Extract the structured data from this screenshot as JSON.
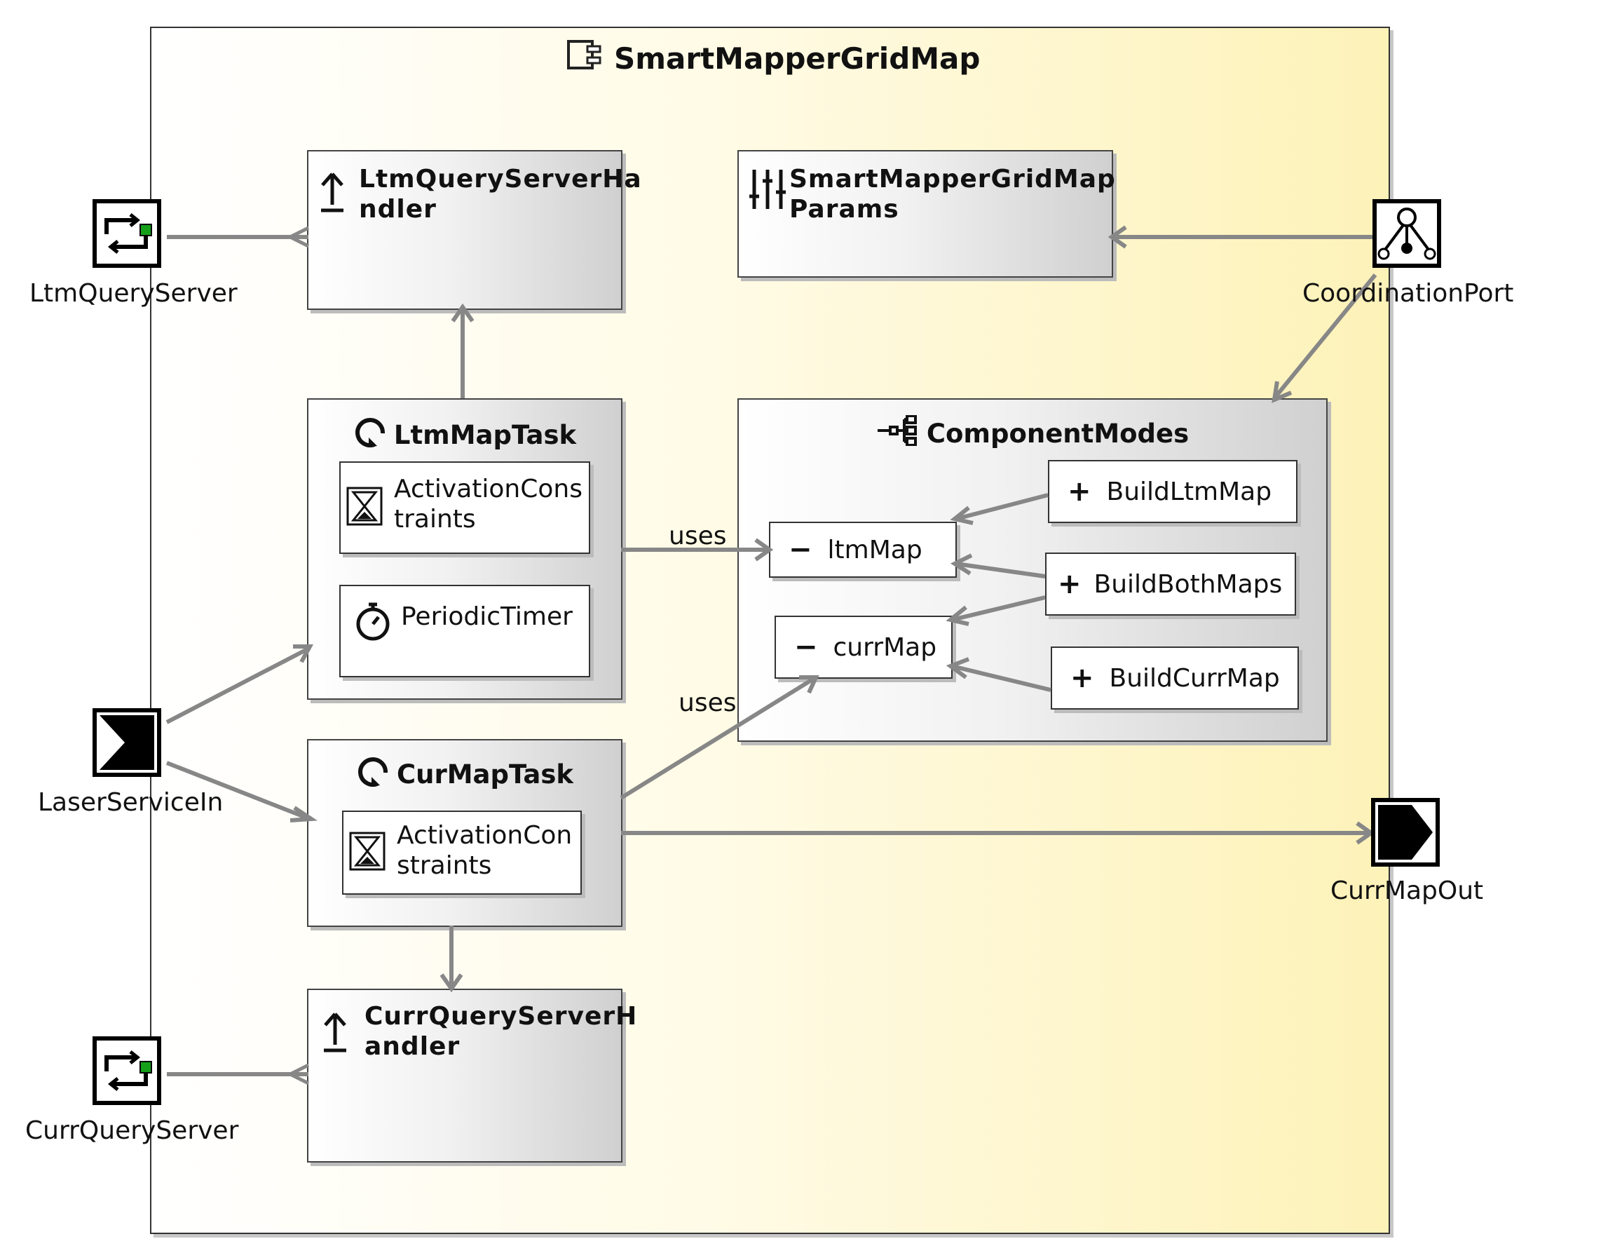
{
  "component": {
    "title": "SmartMapperGridMap",
    "icon": "component-icon"
  },
  "boxes": {
    "ltm_query_handler": {
      "title_line1": "LtmQueryServerHa",
      "title_line2": "ndler",
      "icon": "upload-arrow-icon"
    },
    "params": {
      "title_line1": "SmartMapperGridMap",
      "title_line2": "Params",
      "icon": "sliders-icon"
    },
    "ltm_map_task": {
      "title": "LtmMapTask",
      "icon": "task-cycle-icon",
      "activation": {
        "line1": "ActivationCons",
        "line2": "traints",
        "icon": "hourglass-icon"
      },
      "timer": {
        "label": "PeriodicTimer",
        "icon": "stopwatch-icon"
      }
    },
    "component_modes": {
      "title": "ComponentModes",
      "icon": "modes-tree-icon"
    },
    "cur_map_task": {
      "title": "CurMapTask",
      "icon": "task-cycle-icon",
      "activation": {
        "line1": "ActivationCon",
        "line2": "straints",
        "icon": "hourglass-icon"
      }
    },
    "curr_query_handler": {
      "title_line1": "CurrQueryServerH",
      "title_line2": "andler",
      "icon": "upload-arrow-icon"
    }
  },
  "modes": {
    "ltm_map": {
      "symbol": "−",
      "label": "ltmMap"
    },
    "curr_map": {
      "symbol": "−",
      "label": "currMap"
    },
    "build_ltm_map": {
      "symbol": "+",
      "label": "BuildLtmMap"
    },
    "build_both_maps": {
      "symbol": "+",
      "label": "BuildBothMaps"
    },
    "build_curr_map": {
      "symbol": "+",
      "label": "BuildCurrMap"
    }
  },
  "ports": {
    "ltm_query_server": {
      "label": "LtmQueryServer",
      "icon": "query-server-port-icon"
    },
    "coordination_port": {
      "label": "CoordinationPort",
      "icon": "coordination-port-icon"
    },
    "laser_service_in": {
      "label": "LaserServiceIn",
      "icon": "input-port-icon"
    },
    "curr_map_out": {
      "label": "CurrMapOut",
      "icon": "output-port-icon"
    },
    "curr_query_server": {
      "label": "CurrQueryServer",
      "icon": "query-server-port-icon"
    }
  },
  "edges": {
    "uses_label_1": "uses",
    "uses_label_2": "uses"
  },
  "colors": {
    "edge": "#878787",
    "port_green": "#15a01a",
    "component_fill_right": "#fdf2b8"
  }
}
